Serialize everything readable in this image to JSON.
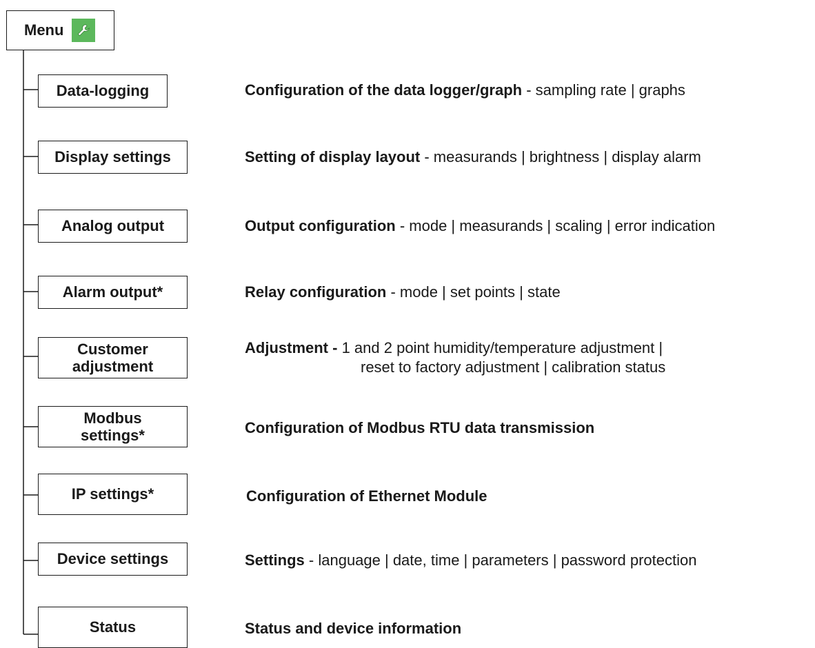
{
  "menu": {
    "label": "Menu",
    "icon": "wrench-icon",
    "icon_color": "#5cb85c"
  },
  "items": [
    {
      "box": "Data-logging",
      "bold": "Configuration of the data logger/graph",
      "rest": " - sampling rate | graphs"
    },
    {
      "box": "Display settings",
      "bold": "Setting of display layout",
      "rest": " - measurands | brightness | display alarm"
    },
    {
      "box": "Analog output",
      "bold": "Output configuration",
      "rest": " - mode | measurands | scaling | error indication"
    },
    {
      "box": "Alarm output*",
      "bold": "Relay configuration",
      "rest": " - mode | set points | state"
    },
    {
      "box_line1": "Customer",
      "box_line2": "adjustment",
      "bold": "Adjustment -",
      "rest": " 1 and 2 point humidity/temperature adjustment |",
      "rest2": "reset to factory adjustment | calibration status"
    },
    {
      "box_line1": "Modbus",
      "box_line2": "settings*",
      "bold": "Configuration of Modbus RTU data transmission"
    },
    {
      "box": "IP settings*",
      "bold": "Configuration of Ethernet Module"
    },
    {
      "box": "Device settings",
      "bold": "Settings",
      "rest": " - language | date, time | parameters | password protection"
    },
    {
      "box": "Status",
      "bold": "Status and device information"
    }
  ]
}
